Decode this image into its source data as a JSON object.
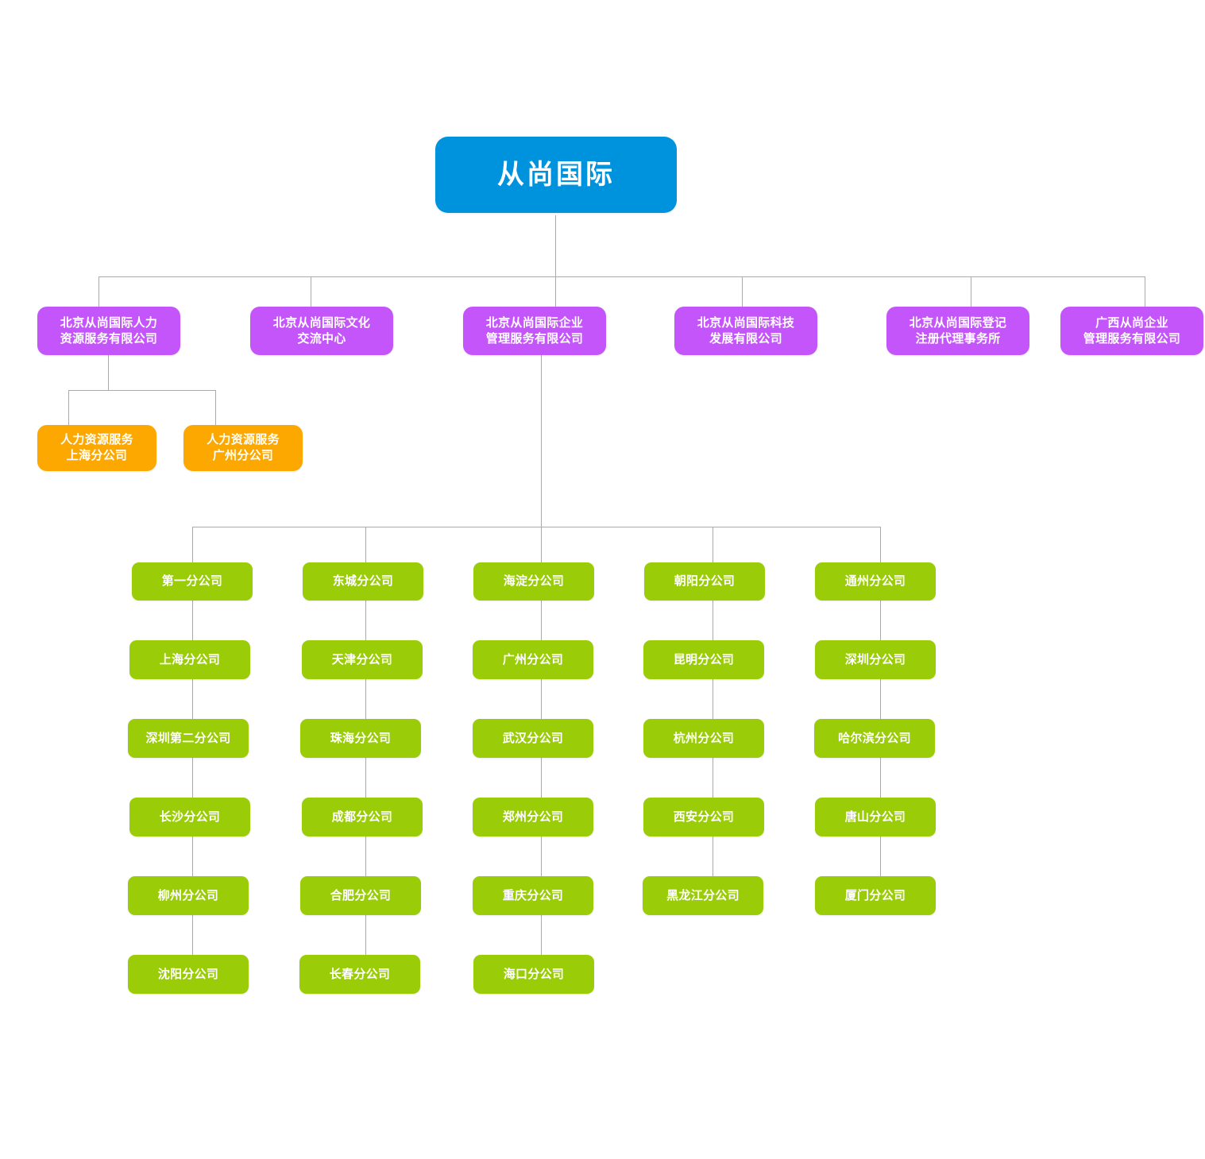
{
  "chart_data": {
    "type": "diagram",
    "diagram_kind": "organization-chart",
    "title": "从尚国际 组织架构图",
    "colors": {
      "root": "#0093DD",
      "division": "#C455FA",
      "subsidiary": "#FCA800",
      "branch": "#9ACD07",
      "connector": "#AAAAAA",
      "background": "#FFFFFF",
      "text": "#FFFFFF"
    },
    "levels": [
      "root",
      "division",
      "subsidiary",
      "branch"
    ]
  },
  "root": {
    "label": "从尚国际"
  },
  "divisions": [
    {
      "id": "hr",
      "label": "北京从尚国际人力\n资源服务有限公司"
    },
    {
      "id": "culture",
      "label": "北京从尚国际文化\n交流中心"
    },
    {
      "id": "enterprise",
      "label": "北京从尚国际企业\n管理服务有限公司"
    },
    {
      "id": "tech",
      "label": "北京从尚国际科技\n发展有限公司"
    },
    {
      "id": "registry",
      "label": "北京从尚国际登记\n注册代理事务所"
    },
    {
      "id": "guangxi",
      "label": "广西从尚企业\n管理服务有限公司"
    }
  ],
  "hr_subsidiaries": [
    {
      "id": "hr-shanghai",
      "label": "人力资源服务\n上海分公司"
    },
    {
      "id": "hr-guangzhou",
      "label": "人力资源服务\n广州分公司"
    }
  ],
  "branch_columns": [
    {
      "id": "col-1",
      "branches": [
        {
          "label": "第一分公司"
        },
        {
          "label": "上海分公司"
        },
        {
          "label": "深圳第二分公司"
        },
        {
          "label": "长沙分公司"
        },
        {
          "label": "柳州分公司"
        },
        {
          "label": "沈阳分公司"
        }
      ]
    },
    {
      "id": "col-2",
      "branches": [
        {
          "label": "东城分公司"
        },
        {
          "label": "天津分公司"
        },
        {
          "label": "珠海分公司"
        },
        {
          "label": "成都分公司"
        },
        {
          "label": "合肥分公司"
        },
        {
          "label": "长春分公司"
        }
      ]
    },
    {
      "id": "col-3",
      "branches": [
        {
          "label": "海淀分公司"
        },
        {
          "label": "广州分公司"
        },
        {
          "label": "武汉分公司"
        },
        {
          "label": "郑州分公司"
        },
        {
          "label": "重庆分公司"
        },
        {
          "label": "海口分公司"
        }
      ]
    },
    {
      "id": "col-4",
      "branches": [
        {
          "label": "朝阳分公司"
        },
        {
          "label": "昆明分公司"
        },
        {
          "label": "杭州分公司"
        },
        {
          "label": "西安分公司"
        },
        {
          "label": "黑龙江分公司"
        }
      ]
    },
    {
      "id": "col-5",
      "branches": [
        {
          "label": "通州分公司"
        },
        {
          "label": "深圳分公司"
        },
        {
          "label": "哈尔滨分公司"
        },
        {
          "label": "唐山分公司"
        },
        {
          "label": "厦门分公司"
        }
      ]
    }
  ]
}
